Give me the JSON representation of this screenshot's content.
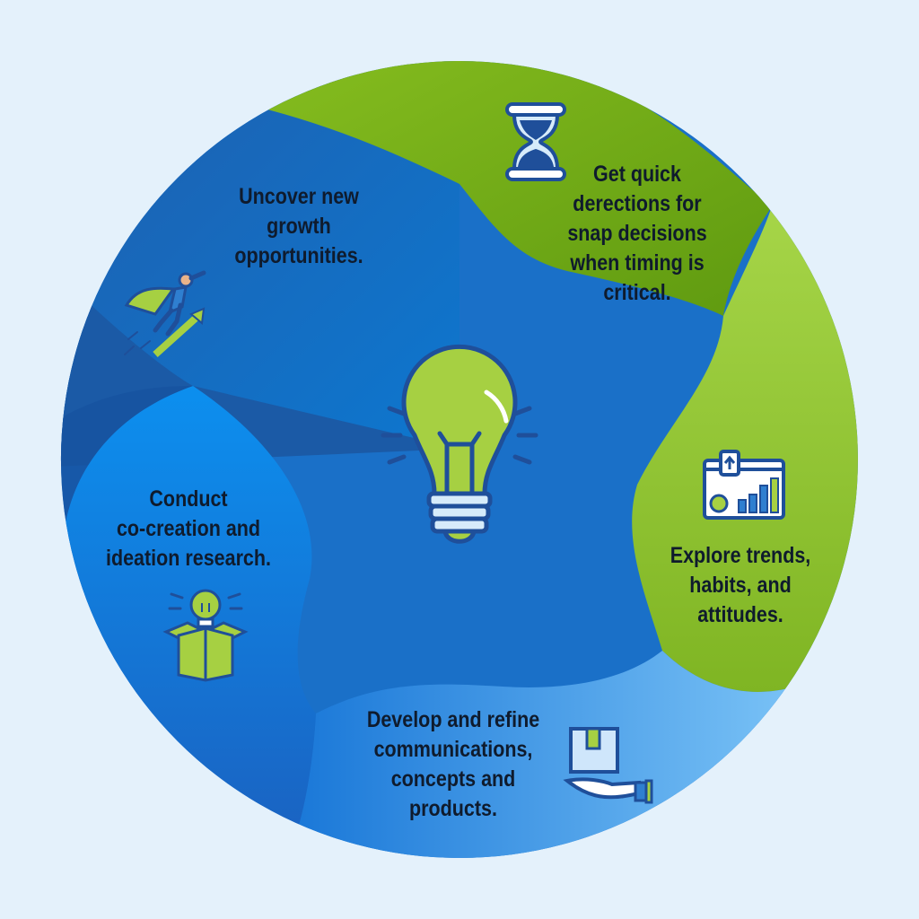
{
  "segments": [
    {
      "id": "growth",
      "lines": [
        "Uncover new",
        "growth",
        "opportunities."
      ],
      "icon": "flying-hero-arrow-icon",
      "color": "#1b66b5"
    },
    {
      "id": "quick",
      "lines": [
        "Get quick",
        "derections for",
        "snap decisions",
        "when timing is",
        "critical."
      ],
      "icon": "hourglass-icon",
      "color": "#7fb51c"
    },
    {
      "id": "trends",
      "lines": [
        "Explore trends,",
        "habits, and",
        "attitudes."
      ],
      "icon": "bar-chart-dashboard-icon",
      "color": "#8cc43a"
    },
    {
      "id": "develop",
      "lines": [
        "Develop and refine",
        "communications,",
        "concepts and",
        "products."
      ],
      "icon": "box-in-hand-icon",
      "color": "#3f9ef0"
    },
    {
      "id": "cocreation",
      "lines": [
        "Conduct",
        "co-creation and",
        "ideation research."
      ],
      "icon": "lightbulb-box-icon",
      "color": "#148bea"
    }
  ],
  "center_icon": "lightbulb-icon",
  "colors": {
    "background": "#e4f1fb",
    "green": "#8cc43a",
    "blue": "#1b66b5",
    "navy": "#1f4f9a"
  }
}
